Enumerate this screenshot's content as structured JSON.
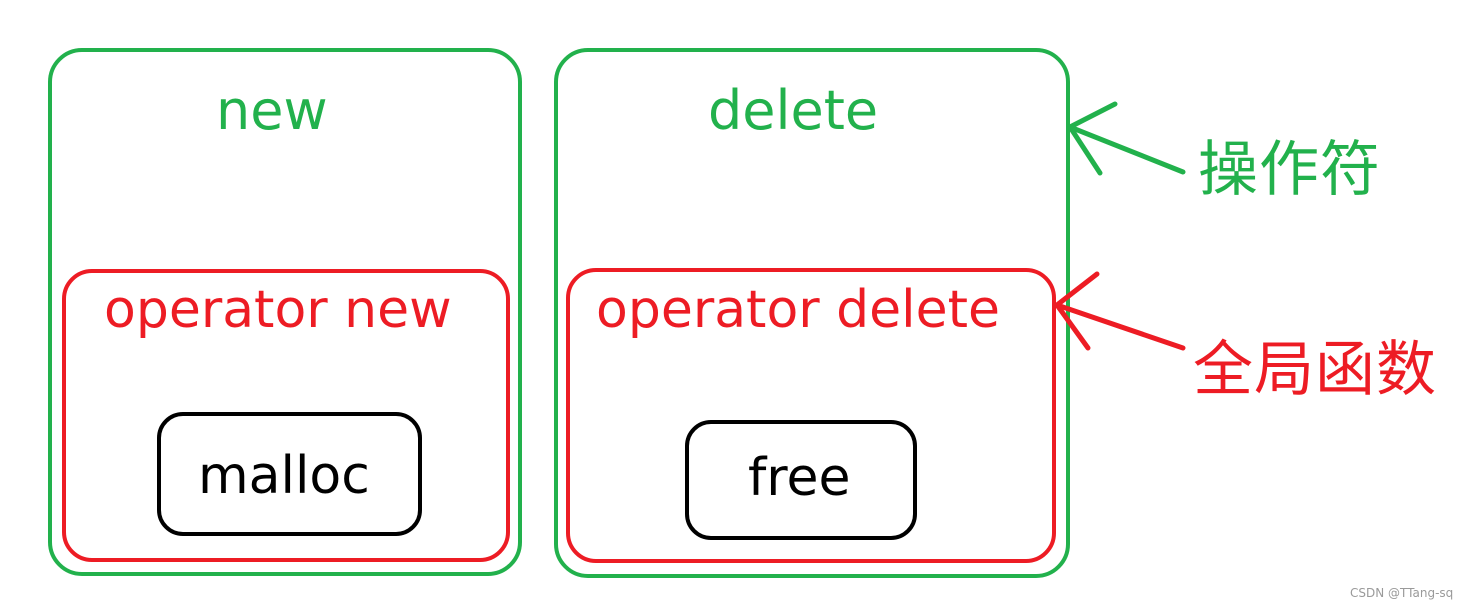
{
  "operators": [
    {
      "keyword": "new",
      "function": "operator new",
      "primitive": "malloc"
    },
    {
      "keyword": "delete",
      "function": "operator delete",
      "primitive": "free"
    }
  ],
  "annotations": {
    "operator_label": "操作符",
    "function_label": "全局函数"
  },
  "watermark": "CSDN @TTang-sq",
  "colors": {
    "operator_green": "#22b14c",
    "function_red": "#ed1c24",
    "primitive_black": "#000000"
  }
}
